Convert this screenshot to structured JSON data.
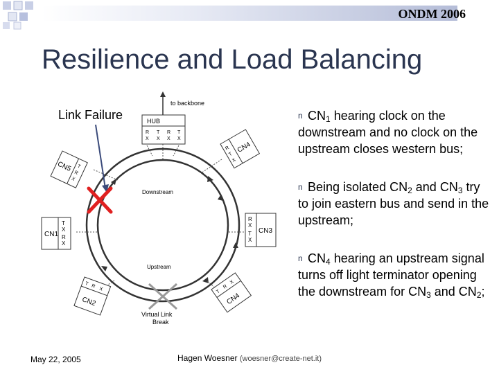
{
  "header": {
    "conference": "ONDM 2006"
  },
  "slide": {
    "title": "Resilience and Load Balancing"
  },
  "diagram": {
    "link_failure_label": "Link Failure",
    "to_backbone": "to backbone",
    "hub": "HUB",
    "downstream": "Downstream",
    "upstream": "Upstream",
    "virtual_link_break_line1": "Virtual Link",
    "virtual_link_break_line2": "Break",
    "cn1": "CN1",
    "cn2": "CN2",
    "cn3": "CN3",
    "cn4": "CN4",
    "cn5": "CN5",
    "rx": "R x",
    "tx": "T x",
    "r": "R",
    "t": "T",
    "x": "X"
  },
  "bullets": [
    {
      "a": "CN",
      "sub": "1",
      "b": " hearing clock on the downstream and no clock on the upstream closes western bus;"
    },
    {
      "a": "Being isolated CN",
      "sub": "2",
      "b": " and CN",
      "sub2": "3",
      "c": " try to join eastern bus and send in the upstream;"
    },
    {
      "a": "CN",
      "sub": "4",
      "b": " hearing an upstream signal turns off light terminator opening the downstream for CN",
      "sub2": "3",
      "c": " and CN",
      "sub3": "2",
      "d": ";"
    }
  ],
  "bullet_marker": "n",
  "footer": {
    "date": "May 22, 2005",
    "author": "Hagen Woesner",
    "email": "(woesner@create-net.it)"
  }
}
